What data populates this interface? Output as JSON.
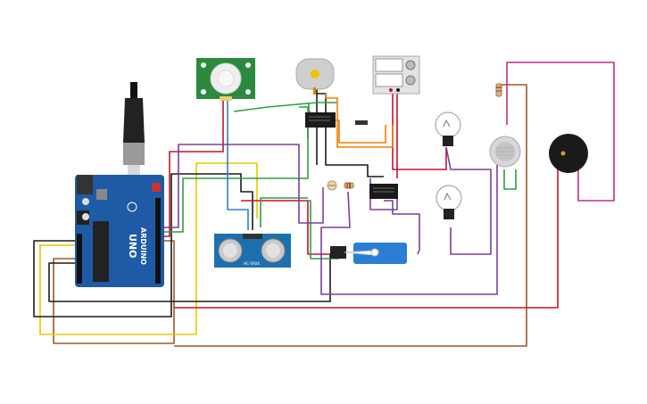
{
  "arduino": {
    "brand": "ARDUINO",
    "model": "UNO"
  },
  "ultrasonic": {
    "label": "HC-SR04"
  },
  "colors": {
    "red": "#c8102e",
    "black": "#1a1a1a",
    "green": "#2e9e3e",
    "yellow": "#e6c800",
    "purple": "#7b3f9e",
    "magenta": "#c02f84",
    "brown": "#9a5a2a",
    "orange": "#ef7d00",
    "blue": "#2a7fd4",
    "board": "#1f5aa6",
    "pcb_green": "#2b8a3e"
  }
}
